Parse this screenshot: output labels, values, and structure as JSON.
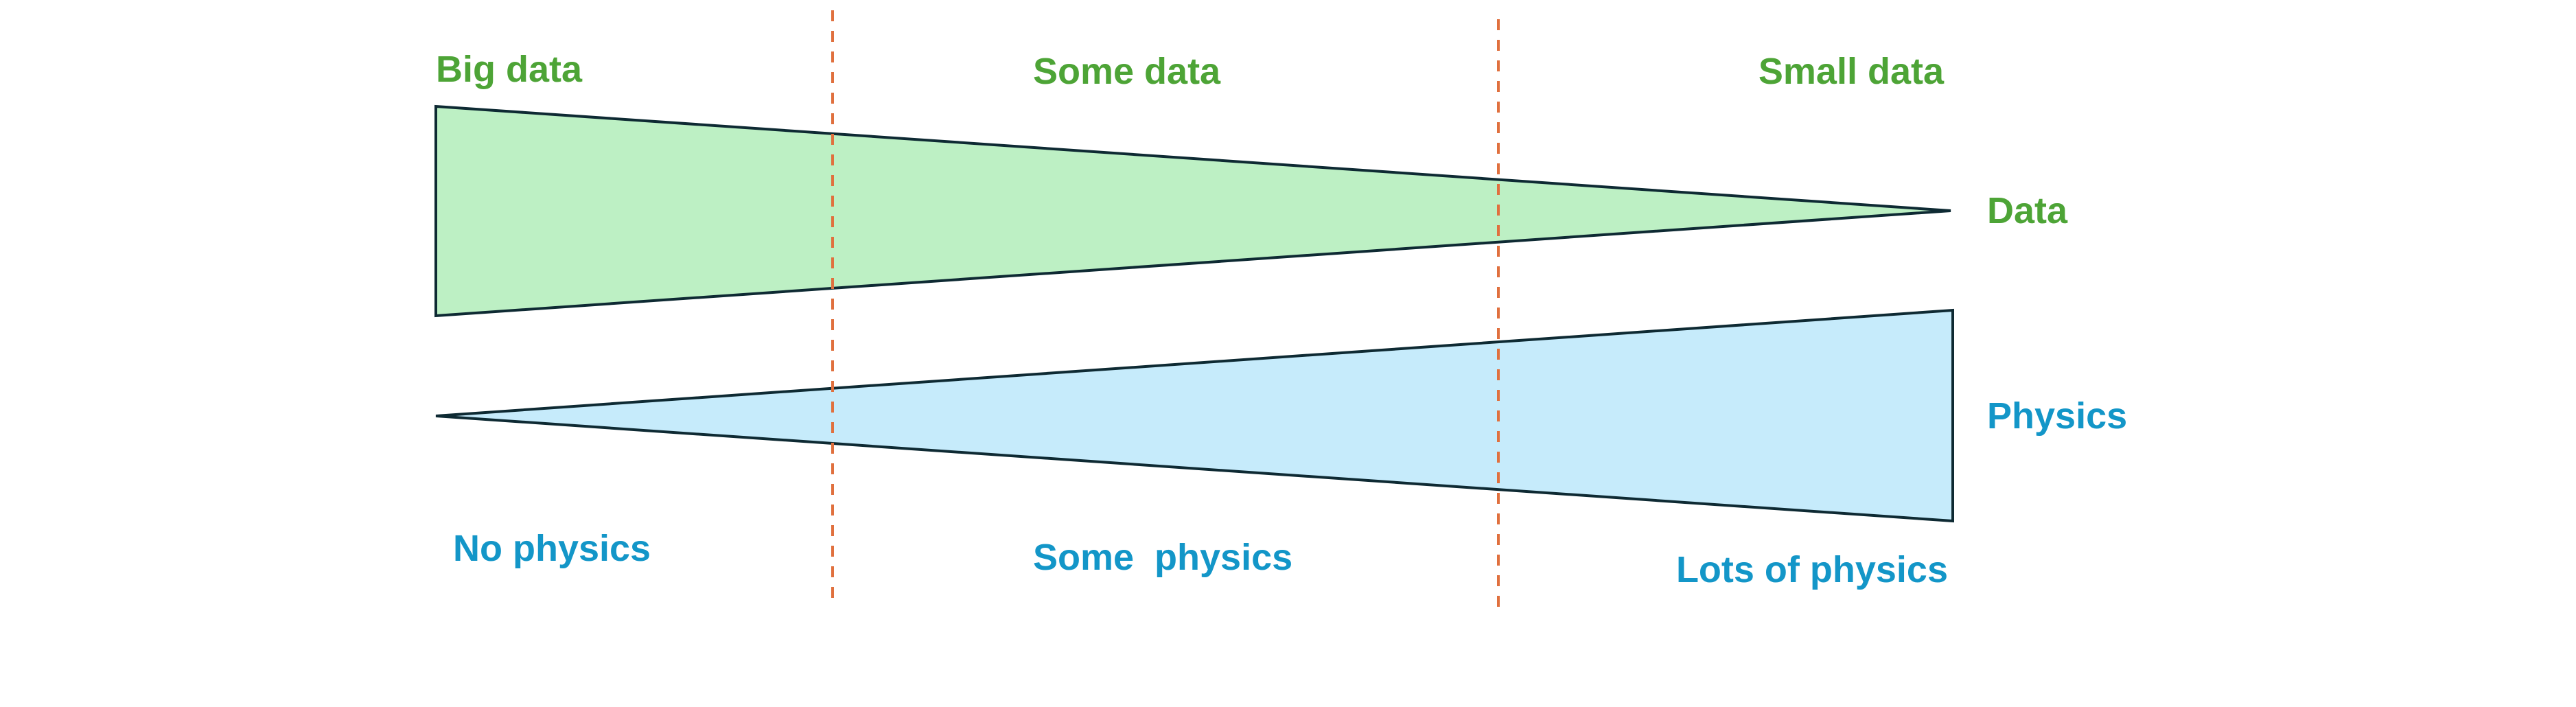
{
  "colors": {
    "data_text": "#4da436",
    "physics_text": "#1396c8",
    "data_fill": "#bdf0c4",
    "physics_fill": "#c6ebfb",
    "outline": "#0e2a33",
    "divider": "#e0703e"
  },
  "data_row": {
    "big_data": "Big data",
    "some_data": "Some data",
    "small_data": "Small data",
    "axis_label": "Data"
  },
  "physics_row": {
    "no_physics": "No physics",
    "some_physics": "Some  physics",
    "lots_of_physics": "Lots of physics",
    "axis_label": "Physics"
  }
}
